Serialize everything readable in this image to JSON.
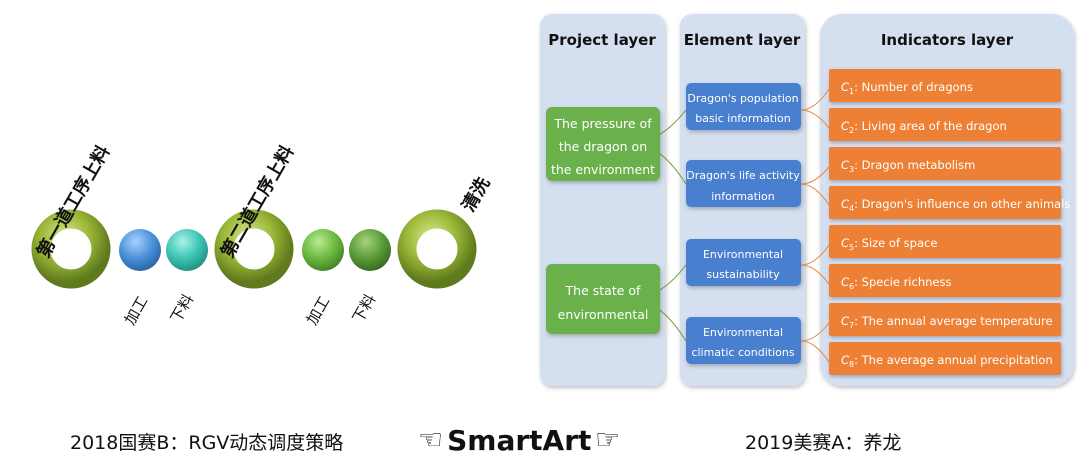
{
  "left_diagram": {
    "stages": [
      {
        "label": "第一道工序上料"
      },
      {
        "label": "加工"
      },
      {
        "label": "下料"
      },
      {
        "label": "第二道工序上料"
      },
      {
        "label": "加工"
      },
      {
        "label": "下料"
      },
      {
        "label": "清洗"
      }
    ],
    "colors": {
      "ring": "#9bb838",
      "blue": "#4a90d9",
      "teal": "#3cc3b2",
      "green": "#6ab840",
      "green2": "#5a9a38"
    }
  },
  "right_diagram": {
    "headers": {
      "project": "Project layer",
      "element": "Element layer",
      "indicators": "Indicators layer"
    },
    "project_nodes": [
      {
        "lines": [
          "The pressure of",
          "the dragon on",
          "the environment"
        ]
      },
      {
        "lines": [
          "The state of",
          "environmental"
        ]
      }
    ],
    "element_nodes": [
      {
        "lines": [
          "Dragon's population",
          "basic information"
        ]
      },
      {
        "lines": [
          "Dragon's life activity",
          "information"
        ]
      },
      {
        "lines": [
          "Environmental",
          "sustainability"
        ]
      },
      {
        "lines": [
          "Environmental",
          "climatic conditions"
        ]
      }
    ],
    "indicators": [
      {
        "sym": "C",
        "sub": "1",
        "text": ": Number of dragons"
      },
      {
        "sym": "C",
        "sub": "2",
        "text": ": Living area of the dragon"
      },
      {
        "sym": "C",
        "sub": "3",
        "text": ": Dragon metabolism"
      },
      {
        "sym": "C",
        "sub": "4",
        "text": ": Dragon's influence on other animals"
      },
      {
        "sym": "C",
        "sub": "5",
        "text": ": Size of space"
      },
      {
        "sym": "C",
        "sub": "6",
        "text": ": Specie richness"
      },
      {
        "sym": "C",
        "sub": "7",
        "text": ": The annual average temperature"
      },
      {
        "sym": "C",
        "sub": "8",
        "text": ": The average annual precipitation"
      }
    ],
    "colors": {
      "panel": "#d4dff0",
      "green": "#6ab04c",
      "blue": "#4a7fcf",
      "orange": "#ed8034"
    }
  },
  "captions": {
    "left": "2018国赛B：RGV动态调度策略",
    "center": "SmartArt",
    "right": "2019美赛A：养龙"
  },
  "icons": {
    "left_hand": "pointing-hand-left-icon",
    "right_hand": "pointing-hand-right-icon"
  }
}
